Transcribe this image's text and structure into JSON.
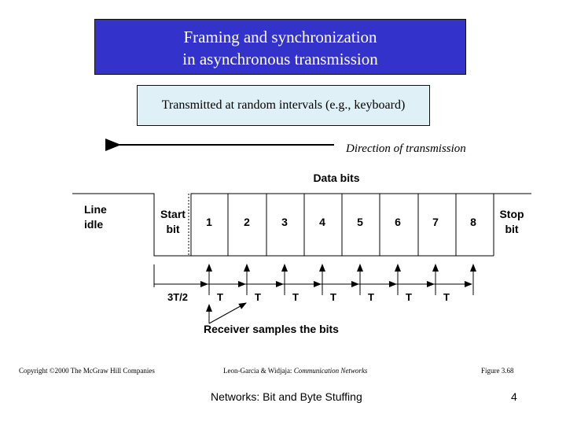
{
  "slide": {
    "title_line1": "Framing and synchronization",
    "title_line2": "in asynchronous transmission",
    "subtitle": "Transmitted at random intervals (e.g., keyboard)",
    "direction_label": "Direction of transmission"
  },
  "diagram": {
    "data_bits_label": "Data bits",
    "line_idle_1": "Line",
    "line_idle_2": "idle",
    "start_bit_1": "Start",
    "start_bit_2": "bit",
    "bits": [
      "1",
      "2",
      "3",
      "4",
      "5",
      "6",
      "7",
      "8"
    ],
    "stop_bit_1": "Stop",
    "stop_bit_2": "bit",
    "first_interval": "3T/2",
    "interval": "T",
    "receiver_label": "Receiver samples the bits"
  },
  "footer": {
    "copyright": "Copyright ©2000 The McGraw Hill Companies",
    "citation_authors": "Leon-Garcia & Widjaja: ",
    "citation_book": "Communication Networks",
    "figure": "Figure 3.68",
    "course": "Networks: Bit and Byte Stuffing",
    "page_number": "4"
  }
}
